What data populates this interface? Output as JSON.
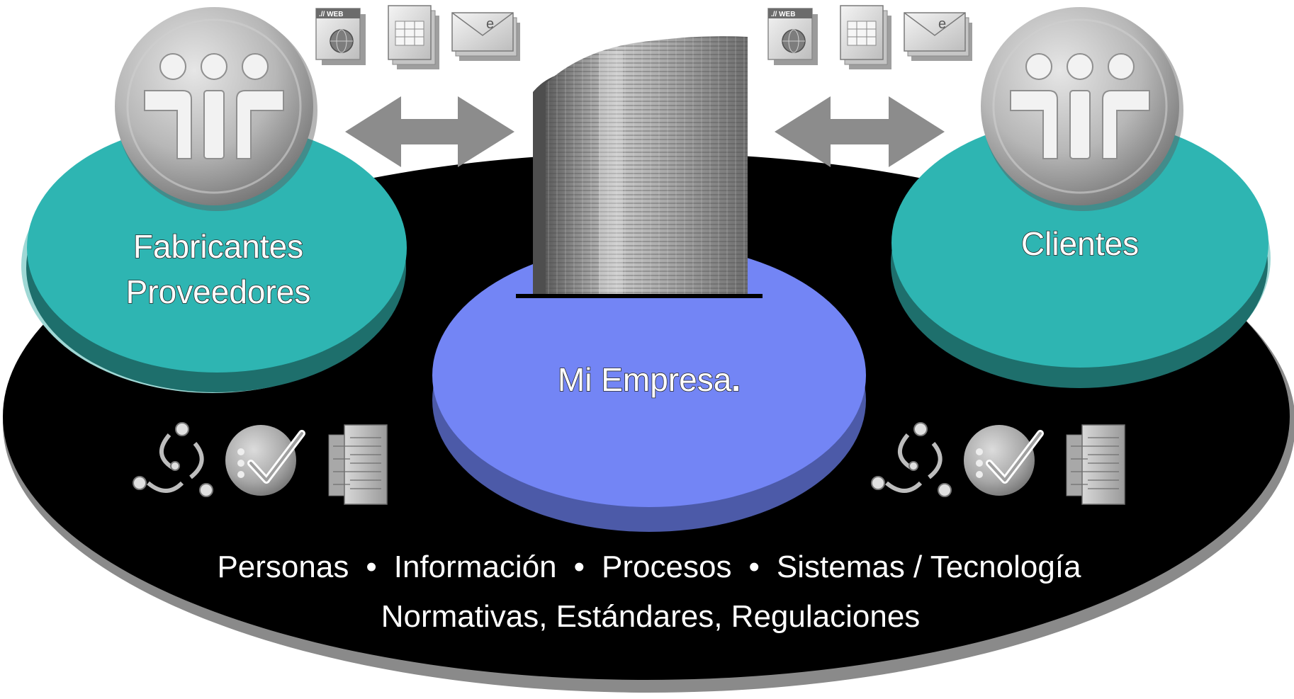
{
  "nodes": {
    "left": {
      "line1": "Fabricantes",
      "line2": "Proveedores"
    },
    "center": {
      "label": "Mi Empresa",
      "mark": "."
    },
    "right": {
      "label": "Clientes"
    }
  },
  "base": {
    "pillars": [
      "Personas",
      "Información",
      "Procesos",
      "Sistemas / Tecnología"
    ],
    "separator": "•",
    "foundation": "Normativas, Estándares, Regulaciones"
  },
  "doc_icons": {
    "web_tag": ".// WEB",
    "mail_tag": "e"
  },
  "colors": {
    "platform": "#000000",
    "platform_shadow": "#8a8a8a",
    "teal": "#2eb5b2",
    "teal_dark": "#1e6f6c",
    "teal_light": "#9fd8d5",
    "blue": "#7385f5",
    "blue_dark": "#4c5aa8",
    "arrow": "#8c8c8c",
    "text": "#ffffff"
  },
  "icons": {
    "partner_badge": "people-group-icon",
    "web_document": "web-globe-document-icon",
    "spreadsheet": "spreadsheet-stack-icon",
    "email": "email-envelope-icon",
    "network": "network-nodes-icon",
    "checkmark": "checkmark-icon",
    "server": "server-icon",
    "building": "office-building-icon",
    "arrow": "double-arrow-icon"
  }
}
